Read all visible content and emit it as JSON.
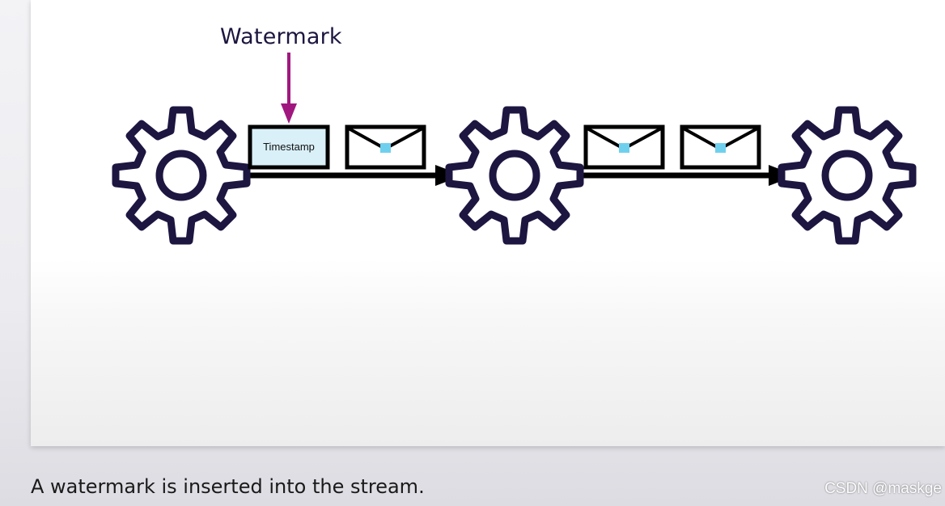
{
  "diagram": {
    "watermark_label": "Watermark",
    "timestamp_label": "Timestamp",
    "nodes": [
      "gear-icon",
      "gear-icon",
      "gear-icon"
    ],
    "stream_items": [
      "timestamp-box",
      "envelope-icon",
      "envelope-icon",
      "envelope-icon"
    ],
    "colors": {
      "outline": "#1c1640",
      "watermark_arrow": "#a0187f",
      "timestamp_fill": "#d9f0f8",
      "envelope_seal": "#6fd0ee",
      "stream_arrow": "#000000"
    }
  },
  "caption": "A watermark is inserted into the stream.",
  "credit": "CSDN @maskge"
}
